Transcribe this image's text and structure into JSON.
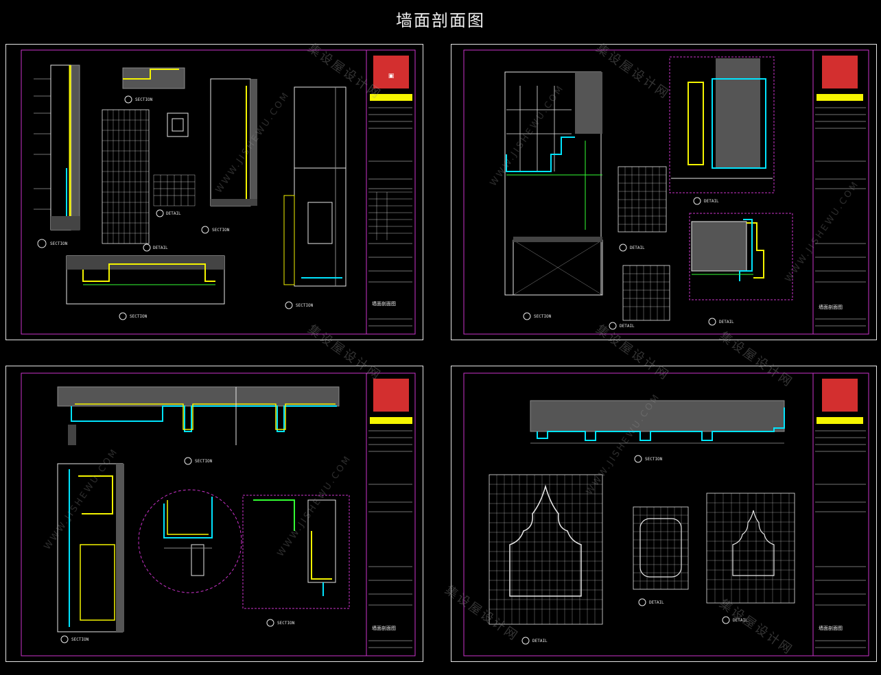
{
  "page": {
    "title": "墙面剖面图"
  },
  "watermark": {
    "cn": "集设屋设计网",
    "en": "WWW.JISHEWU.COM"
  },
  "colors": {
    "border": "#cc33cc",
    "frame": "#e6e6e6",
    "cyan": "#00e5ff",
    "yellow": "#f5f500",
    "green": "#33ff33",
    "white": "#e8e8e8",
    "grey": "#8a8a8a",
    "red": "#d32f2f"
  },
  "sheets": [
    {
      "id": "sheet-1",
      "labels": [
        "SECTION",
        "SECTION",
        "DETAIL",
        "DETAIL",
        "SECTION",
        "SECTION",
        "SECTION"
      ],
      "footer": "墙面剖面图"
    },
    {
      "id": "sheet-2",
      "labels": [
        "SECTION",
        "DETAIL",
        "DETAIL",
        "DETAIL",
        "DETAIL"
      ],
      "footer": "墙面剖面图"
    },
    {
      "id": "sheet-3",
      "labels": [
        "SECTION",
        "SECTION",
        "SECTION"
      ],
      "footer": "墙面剖面图"
    },
    {
      "id": "sheet-4",
      "labels": [
        "SECTION",
        "DETAIL",
        "DETAIL",
        "DETAIL"
      ],
      "footer": "墙面剖面图"
    }
  ]
}
